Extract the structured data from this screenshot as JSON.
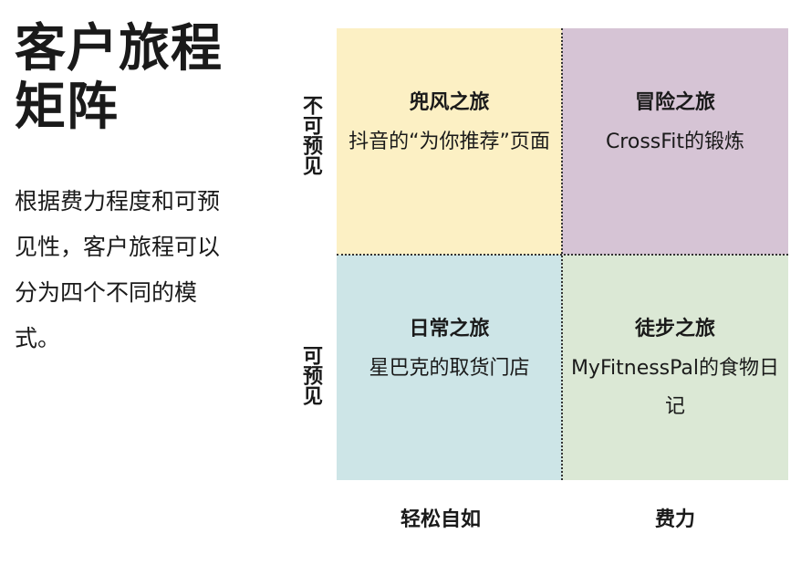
{
  "title": "客户旅程矩阵",
  "description": "根据费力程度和可预见性，客户旅程可以分为四个不同的模式。",
  "rows": {
    "top": "不可预见",
    "bottom": "可预见"
  },
  "columns": {
    "left": "轻松自如",
    "right": "费力"
  },
  "quadrants": {
    "top_left": {
      "title": "兜风之旅",
      "example": "抖音的“为你推荐”页面",
      "color": "#fcf0c4"
    },
    "top_right": {
      "title": "冒险之旅",
      "example": "CrossFit的锻炼",
      "color": "#d6c4d5"
    },
    "bottom_left": {
      "title": "日常之旅",
      "example": "星巴克的取货门店",
      "color": "#cde5e7"
    },
    "bottom_right": {
      "title": "徒步之旅",
      "example": "MyFitnessPal的食物日记",
      "color": "#dbe8d5"
    }
  }
}
